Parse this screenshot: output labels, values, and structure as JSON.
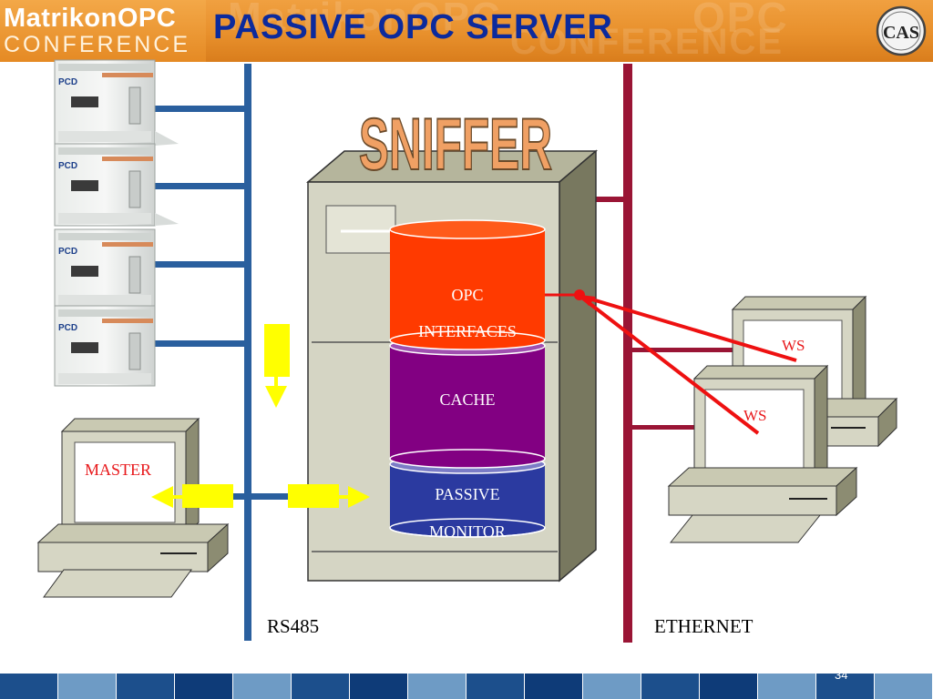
{
  "header": {
    "brand_name": "MatrikonOPC",
    "brand_sub": "CONFERENCE",
    "title": "PASSIVE OPC SERVER",
    "logo_text": "CAS"
  },
  "diagram": {
    "sniffer_label": "SNIFFER",
    "cylinder": {
      "opc_line1": "OPC",
      "opc_line2": "INTERFACES",
      "cache": "CACHE",
      "monitor_line1": "PASSIVE",
      "monitor_line2": "MONITOR"
    },
    "master_label": "MASTER",
    "ws_top_label": "WS",
    "ws_bottom_label": "WS",
    "rs485_label": "RS485",
    "ethernet_label": "ETHERNET",
    "plc_brand": "PCD",
    "colors": {
      "rs485_bus": "#2a5f9e",
      "ethernet_bus": "#9a1535",
      "opc_layer": "#ff3a00",
      "cache_layer": "#820082",
      "monitor_layer": "#2b3aa0",
      "link_red": "#ee1111",
      "sniffer_text": "#f0a064",
      "probe_yellow": "#ffff00"
    }
  },
  "footer": {
    "page_number": "34",
    "segment_colors": [
      "#1c4f8c",
      "#6e9bc5",
      "#1c4f8c",
      "#0e3b78",
      "#6e9bc5",
      "#1c4f8c",
      "#0e3b78",
      "#6e9bc5",
      "#1c4f8c",
      "#0e3b78",
      "#6e9bc5",
      "#1c4f8c",
      "#0e3b78",
      "#6e9bc5",
      "#1c4f8c",
      "#6e9bc5"
    ]
  }
}
